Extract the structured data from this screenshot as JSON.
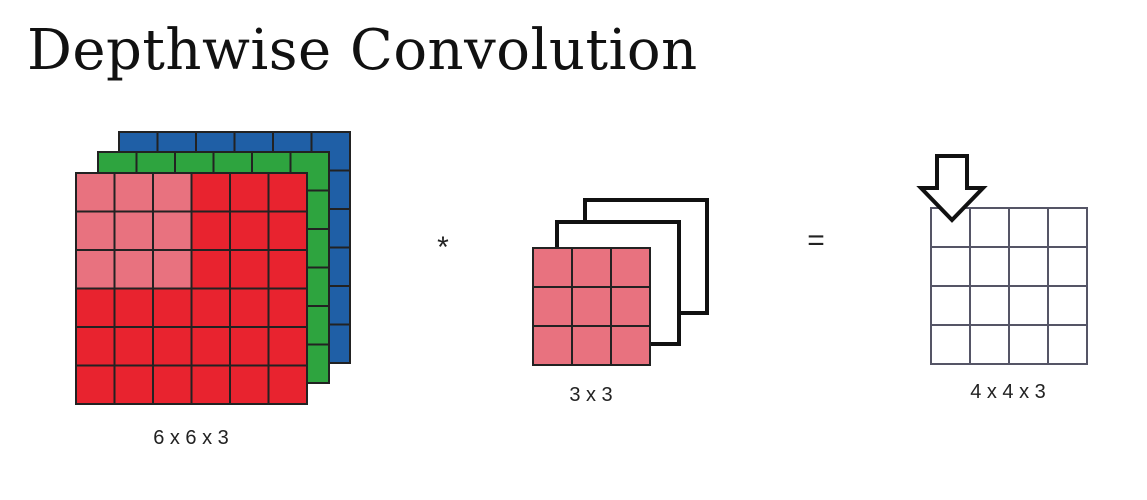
{
  "title": "Depthwise Convolution",
  "input": {
    "label": "6 x 6 x 3",
    "size": 6,
    "channels": 3,
    "highlight_size": 3
  },
  "filter": {
    "label": "3 x 3",
    "size": 3,
    "count": 3
  },
  "output": {
    "label": "4 x 4 x 3",
    "size": 4
  },
  "operators": {
    "multiply": "*",
    "equals": "="
  },
  "colors": {
    "channel_blue": "#1f5fa6",
    "channel_green": "#2ea43f",
    "channel_red": "#e8232f",
    "highlight_pink": "#e8727f",
    "grid_line": "#222222",
    "output_grid": "#555566"
  }
}
